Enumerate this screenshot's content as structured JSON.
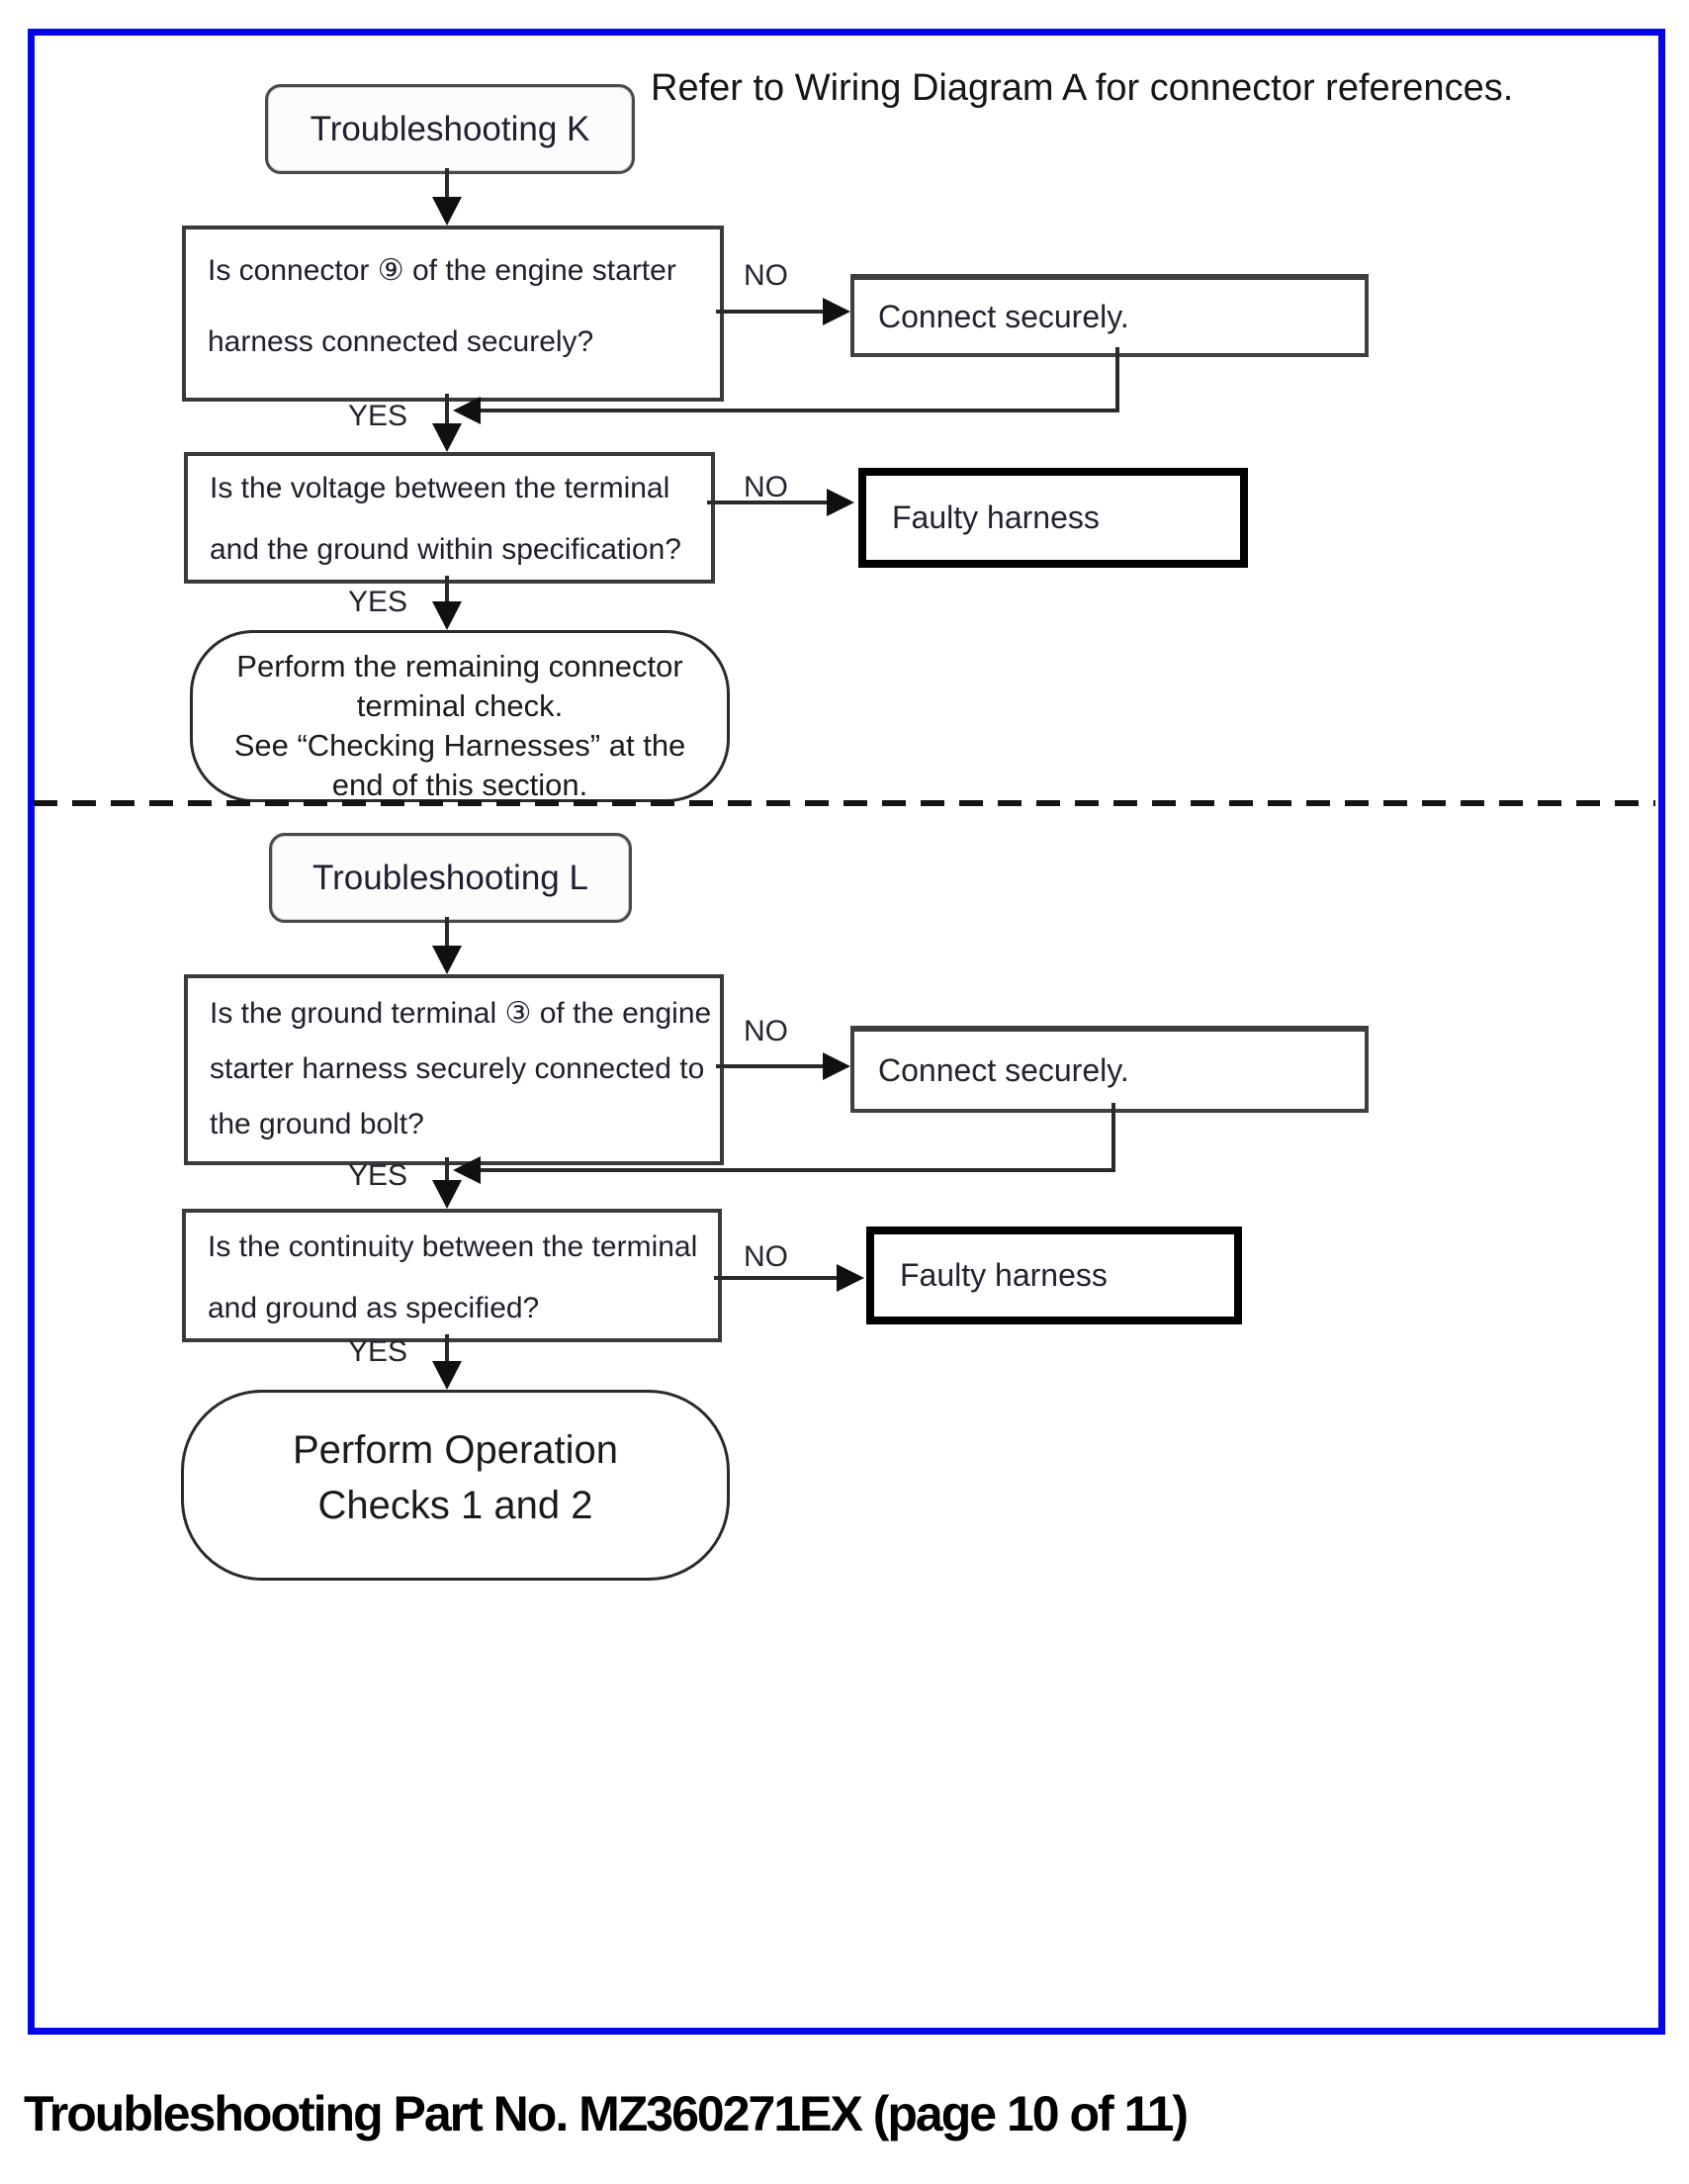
{
  "page": {
    "note": "Refer to Wiring Diagram A for connector references.",
    "caption": "Troubleshooting Part No. MZ360271EX (page 10 of 11)",
    "colors": {
      "frame": "#0505e8",
      "line": "#2a2a2a",
      "text": "#1c1c1e"
    }
  },
  "labels": {
    "yes": "YES",
    "no": "NO"
  },
  "sections": {
    "k": {
      "start": "Troubleshooting K",
      "q1": {
        "lines": [
          "Is connector ⑨ of the engine starter",
          "harness connected securely?"
        ]
      },
      "connect": "Connect securely.",
      "q2": {
        "lines": [
          "Is the voltage between the terminal",
          "and the ground within specification?"
        ]
      },
      "faulty": "Faulty harness",
      "end": {
        "lines": [
          "Perform the remaining connector",
          "terminal check.",
          "See “Checking Harnesses” at the",
          "end of this section."
        ]
      }
    },
    "l": {
      "start": "Troubleshooting L",
      "q1": {
        "lines": [
          "Is the ground terminal ③ of the engine",
          "starter harness securely connected to",
          "the ground bolt?"
        ]
      },
      "connect": "Connect securely.",
      "q2": {
        "lines": [
          "Is the continuity between the terminal",
          "and ground as specified?"
        ]
      },
      "faulty": "Faulty harness",
      "end": {
        "lines": [
          "Perform Operation",
          "Checks 1 and 2"
        ]
      }
    }
  }
}
